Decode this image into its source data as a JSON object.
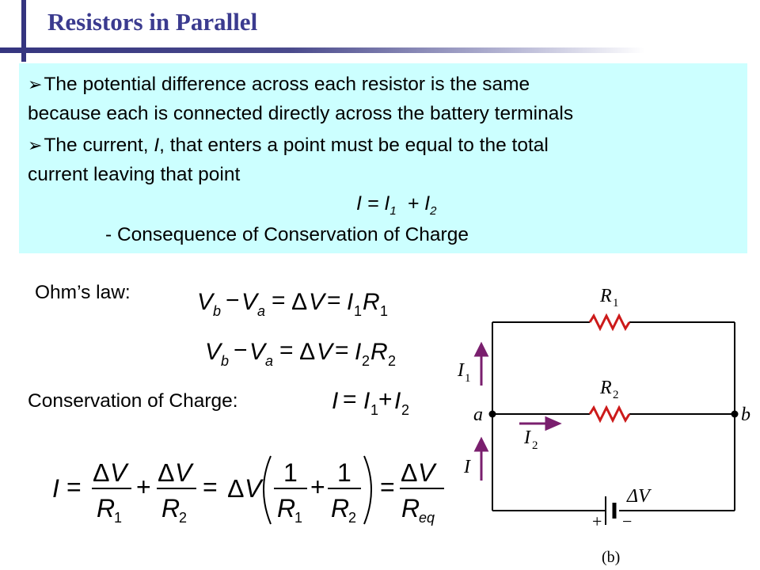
{
  "title": "Resistors in Parallel",
  "box": {
    "bullet1_line1": "The potential difference across each resistor is the same",
    "bullet1_line2": "because each is connected directly across the battery terminals",
    "bullet2_line1_pre": "The current, ",
    "bullet2_line1_var": "I",
    "bullet2_line1_post": ", that enters a point must be equal to the total",
    "bullet2_line2": "current leaving that point",
    "equation": {
      "lhs": "I = I",
      "sub1": "1",
      "mid": "  + I",
      "sub2": "2"
    },
    "consequence": "- Consequence of Conservation of Charge"
  },
  "labels": {
    "ohms_law": "Ohm’s law:",
    "conservation": "Conservation of Charge:"
  },
  "circuit": {
    "r1": "R",
    "r1_sub": "1",
    "r2": "R",
    "r2_sub": "2",
    "i1": "I",
    "i1_sub": "1",
    "i2": "I",
    "i2_sub": "2",
    "i": "I",
    "node_a": "a",
    "node_b": "b",
    "delta_v": "ΔV",
    "plus": "+",
    "minus": "−",
    "caption": "(b)"
  },
  "colors": {
    "title": "#3b3b8f",
    "box": "#ccffff",
    "arrow": "#7a1f6e",
    "resistor": "#cc1a1a"
  },
  "icons": {
    "bullet": "right-arrow-bullet-icon"
  }
}
